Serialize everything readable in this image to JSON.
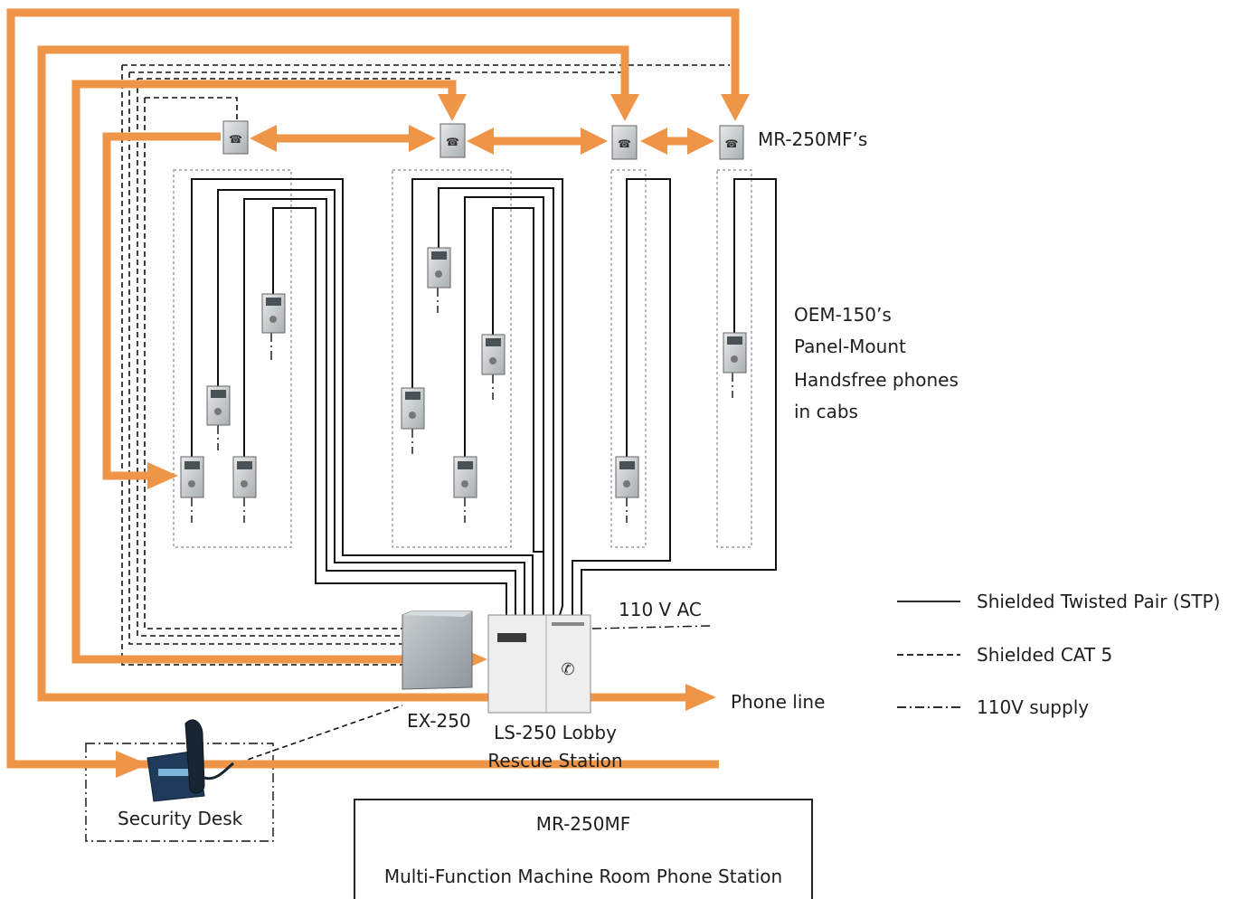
{
  "labels": {
    "mr250mfs": "MR-250MF’s",
    "oem_line1": "OEM-150’s",
    "oem_line2": "Panel-Mount",
    "oem_line3": "Handsfree phones",
    "oem_line4": "in cabs",
    "ac_supply": "110 V AC",
    "phone_line": "Phone line",
    "ex250": "EX-250",
    "ls250_line1": "LS-250 Lobby",
    "ls250_line2": "Rescue Station",
    "security_desk": "Security Desk"
  },
  "legend": [
    {
      "style": "solid",
      "label": "Shielded Twisted Pair (STP)"
    },
    {
      "style": "dashed",
      "label": "Shielded CAT 5"
    },
    {
      "style": "dashdot",
      "label": "110V supply"
    }
  ],
  "info_box": {
    "title": "MR-250MF",
    "description": "Multi-Function Machine Room Phone Station"
  },
  "colors": {
    "orange": "#ef9548",
    "wire": "#111111",
    "cab_box": "#8a8a8a"
  }
}
